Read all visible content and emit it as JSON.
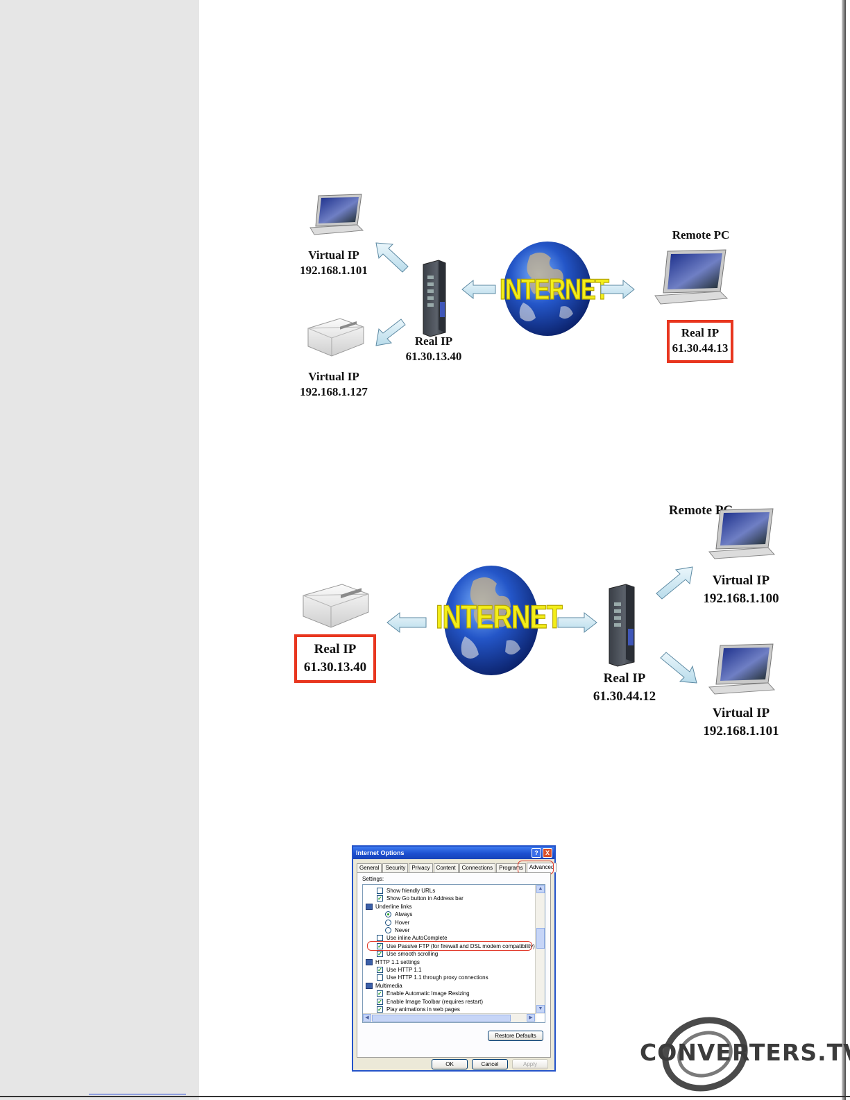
{
  "diagram_top": {
    "left_top_device": {
      "line1": "Virtual IP",
      "line2": "192.168.1.101"
    },
    "left_bottom_device": {
      "line1": "Virtual IP",
      "line2": "192.168.1.127"
    },
    "router": {
      "line1": "Real IP",
      "line2": "61.30.13.40"
    },
    "internet": "INTERNET",
    "remote_title": "Remote PC",
    "remote": {
      "line1": "Real IP",
      "line2": "61.30.44.13"
    }
  },
  "diagram_bottom": {
    "left_device": {
      "line1": "Real IP",
      "line2": "61.30.13.40"
    },
    "internet": "INTERNET",
    "router": {
      "line1": "Real IP",
      "line2": "61.30.44.12"
    },
    "remote_title": "Remote PC",
    "right_top": {
      "line1": "Virtual IP",
      "line2": "192.168.1.100"
    },
    "right_bottom": {
      "line1": "Virtual IP",
      "line2": "192.168.1.101"
    }
  },
  "dialog": {
    "title": "Internet Options",
    "help": "?",
    "close": "X",
    "tabs": [
      "General",
      "Security",
      "Privacy",
      "Content",
      "Connections",
      "Programs",
      "Advanced"
    ],
    "settings_label": "Settings:",
    "items": [
      {
        "kind": "check",
        "checked": false,
        "label": "Show friendly URLs"
      },
      {
        "kind": "check",
        "checked": true,
        "label": "Show Go button in Address bar"
      },
      {
        "kind": "group",
        "label": "Underline links"
      },
      {
        "kind": "radio",
        "checked": true,
        "label": "Always"
      },
      {
        "kind": "radio",
        "checked": false,
        "label": "Hover"
      },
      {
        "kind": "radio",
        "checked": false,
        "label": "Never"
      },
      {
        "kind": "check",
        "checked": false,
        "label": "Use inline AutoComplete"
      },
      {
        "kind": "check",
        "checked": true,
        "label": "Use Passive FTP (for firewall and DSL modem compatibility)"
      },
      {
        "kind": "check",
        "checked": true,
        "label": "Use smooth scrolling"
      },
      {
        "kind": "group",
        "label": "HTTP 1.1 settings"
      },
      {
        "kind": "check",
        "checked": true,
        "label": "Use HTTP 1.1"
      },
      {
        "kind": "check",
        "checked": false,
        "label": "Use HTTP 1.1 through proxy connections"
      },
      {
        "kind": "group",
        "label": "Multimedia"
      },
      {
        "kind": "check",
        "checked": true,
        "label": "Enable Automatic Image Resizing"
      },
      {
        "kind": "check",
        "checked": true,
        "label": "Enable Image Toolbar (requires restart)"
      },
      {
        "kind": "check",
        "checked": true,
        "label": "Play animations in web pages"
      }
    ],
    "restore_defaults": "Restore Defaults",
    "ok": "OK",
    "cancel": "Cancel",
    "apply": "Apply"
  },
  "logo": "CONVERTERS.TV"
}
